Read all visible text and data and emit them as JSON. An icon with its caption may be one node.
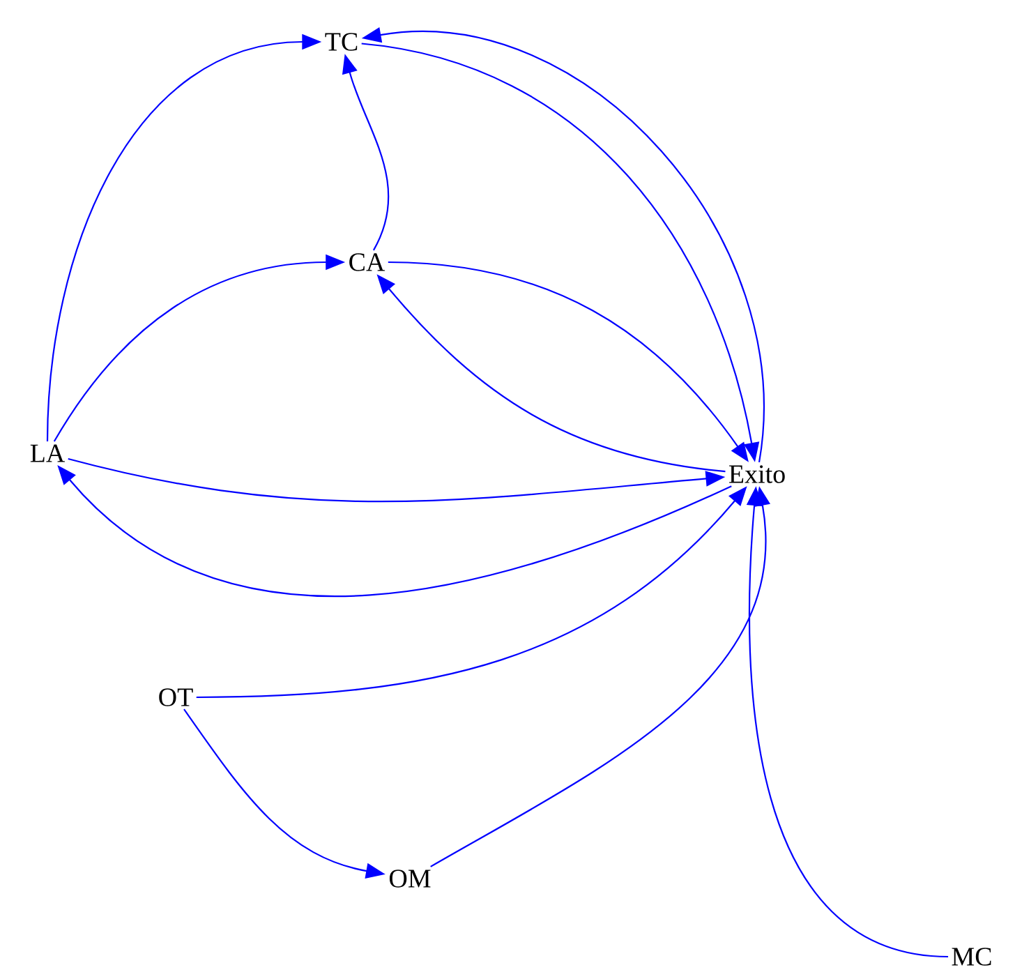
{
  "diagram": {
    "nodes": [
      {
        "text": [
          "TC"
        ]
      },
      {
        "text": [
          "CA"
        ]
      },
      {
        "text": [
          "LA"
        ]
      },
      {
        "text": [
          "Exito"
        ]
      },
      {
        "text": [
          "OT"
        ]
      },
      {
        "text": [
          "OM"
        ]
      },
      {
        "text": [
          "MC"
        ]
      }
    ],
    "edges": [
      {
        "from": 2,
        "to": 0,
        "arrow": "to"
      },
      {
        "from": 2,
        "to": 1,
        "arrow": "to"
      },
      {
        "from": 2,
        "to": 3,
        "arrow": "to"
      },
      {
        "from": 3,
        "to": 2,
        "arrow": "to"
      },
      {
        "from": 1,
        "to": 0,
        "arrow": "to"
      },
      {
        "from": 1,
        "to": 3,
        "arrow": "to"
      },
      {
        "from": 3,
        "to": 1,
        "arrow": "to"
      },
      {
        "from": 0,
        "to": 3,
        "arrow": "to"
      },
      {
        "from": 3,
        "to": 0,
        "arrow": "to"
      },
      {
        "from": 4,
        "to": 3,
        "arrow": "to"
      },
      {
        "from": 4,
        "to": 5,
        "arrow": "to"
      },
      {
        "from": 5,
        "to": 3,
        "arrow": "to"
      },
      {
        "from": 6,
        "to": 3,
        "arrow": "to"
      }
    ]
  }
}
